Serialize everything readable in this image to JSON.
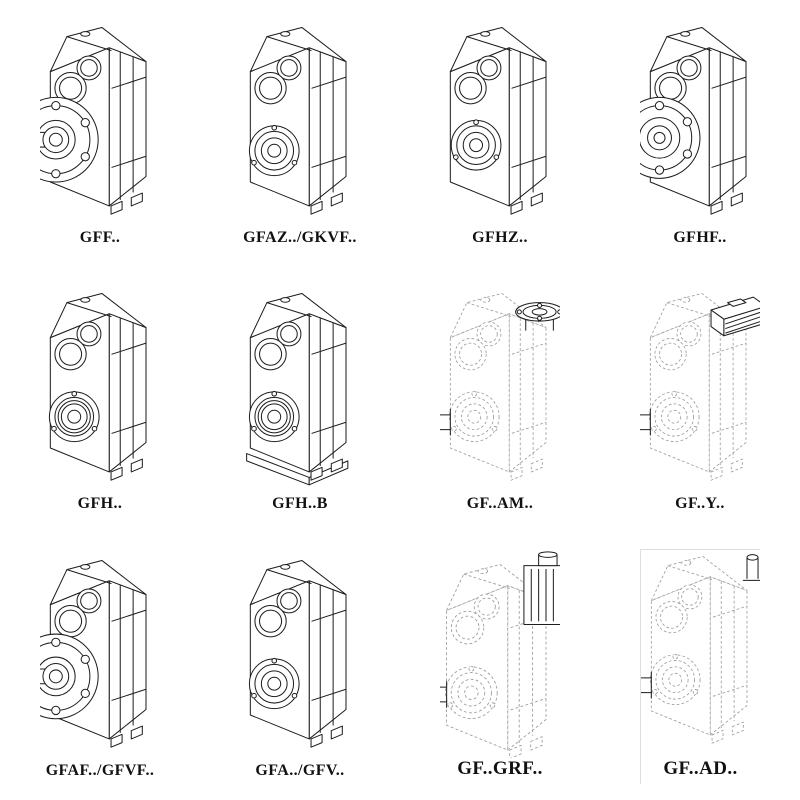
{
  "page": {
    "background_color": "#ffffff",
    "line_color": "#1d1d1d",
    "phantom_line_color": "#9b9b9b"
  },
  "catalog": {
    "description": "parallel-shaft-helical-gearbox-variant-drawings",
    "items": [
      {
        "label": "GFF..",
        "drawing": "gearbox-output-flange-with-shaft",
        "line_style": "solid"
      },
      {
        "label": "GFAZ../GKVF..",
        "drawing": "gearbox-hollow-shaft-bore",
        "line_style": "solid"
      },
      {
        "label": "GFHZ..",
        "drawing": "gearbox-hollow-shaft-bore",
        "line_style": "solid"
      },
      {
        "label": "GFHF..",
        "drawing": "gearbox-bolted-flange-face",
        "line_style": "solid"
      },
      {
        "label": "GFH..",
        "drawing": "gearbox-hollow-shaft-bearing",
        "line_style": "solid"
      },
      {
        "label": "GFH..B",
        "drawing": "gearbox-hollow-shaft-foot-mounted",
        "line_style": "solid"
      },
      {
        "label": "GF..AM..",
        "drawing": "gearbox-phantom-with-motor-flange",
        "line_style": "dashed"
      },
      {
        "label": "GF..Y..",
        "drawing": "gearbox-phantom-with-mounted-motor",
        "line_style": "dashed"
      },
      {
        "label": "GFAF../GFVF..",
        "drawing": "gearbox-output-flange-with-shaft",
        "line_style": "solid"
      },
      {
        "label": "GFA../GFV..",
        "drawing": "gearbox-hollow-shaft-bore",
        "line_style": "solid"
      },
      {
        "label": "GF..GRF..",
        "drawing": "gearbox-phantom-with-finned-adapter",
        "line_style": "dashed"
      },
      {
        "label": "GF..AD..",
        "drawing": "gearbox-phantom-with-input-stub-shaft",
        "line_style": "dashed"
      }
    ]
  }
}
